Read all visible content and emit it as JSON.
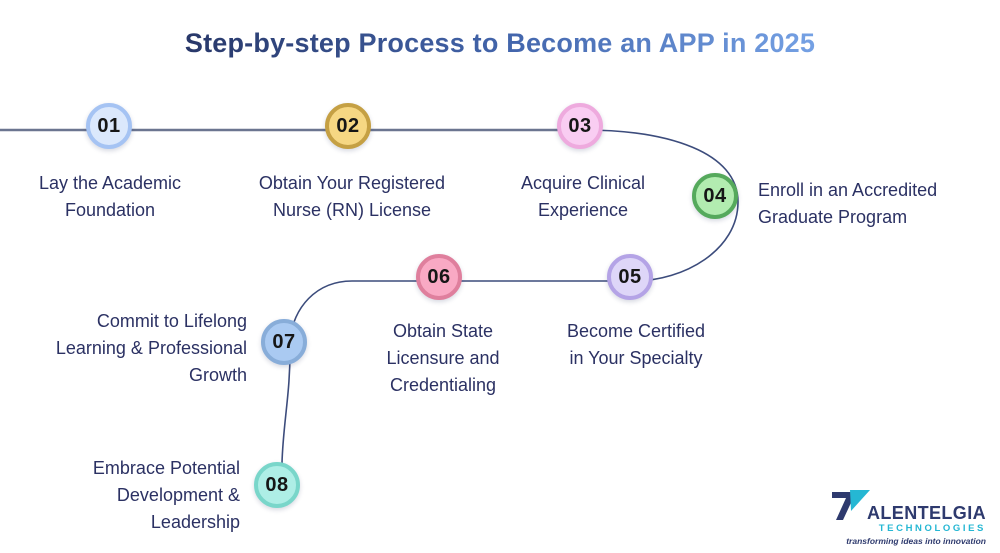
{
  "title": {
    "text": "Step-by-step Process to Become an APP in 2025",
    "gradient_start": "#283768",
    "gradient_mid": "#4467ae",
    "gradient_end": "#79a6e9"
  },
  "connector": {
    "top_line_color": "#6b7590",
    "curve_color": "#3c4c7c"
  },
  "steps": [
    {
      "num": "01",
      "label": "Lay the Academic\nFoundation",
      "fill": "#dbe8fc",
      "border": "#a5c3f3"
    },
    {
      "num": "02",
      "label": "Obtain Your Registered\nNurse (RN) License",
      "fill": "#f6d783",
      "border": "#c5a044"
    },
    {
      "num": "03",
      "label": "Acquire Clinical\nExperience",
      "fill": "#f9cdf2",
      "border": "#eeaade"
    },
    {
      "num": "04",
      "label": "Enroll in an Accredited\nGraduate Program",
      "fill": "#b2ecb0",
      "border": "#55a95c"
    },
    {
      "num": "05",
      "label": "Become Certified\nin Your Specialty",
      "fill": "#ded6f8",
      "border": "#b4a3e6"
    },
    {
      "num": "06",
      "label": "Obtain State\nLicensure and\nCredentialing",
      "fill": "#f9a9c4",
      "border": "#df7f9d"
    },
    {
      "num": "07",
      "label": "Commit to Lifelong\nLearning & Professional\nGrowth",
      "fill": "#aacaf2",
      "border": "#88add9"
    },
    {
      "num": "08",
      "label": "Embrace Potential\nDevelopment &\nLeadership",
      "fill": "#aeeee6",
      "border": "#79d6ca"
    }
  ],
  "logo": {
    "name": "ALENTELGIA",
    "sub": "TECHNOLOGIES",
    "tagline": "transforming ideas into innovation",
    "navy": "#2e3a6e",
    "cyan": "#25b7d3"
  }
}
